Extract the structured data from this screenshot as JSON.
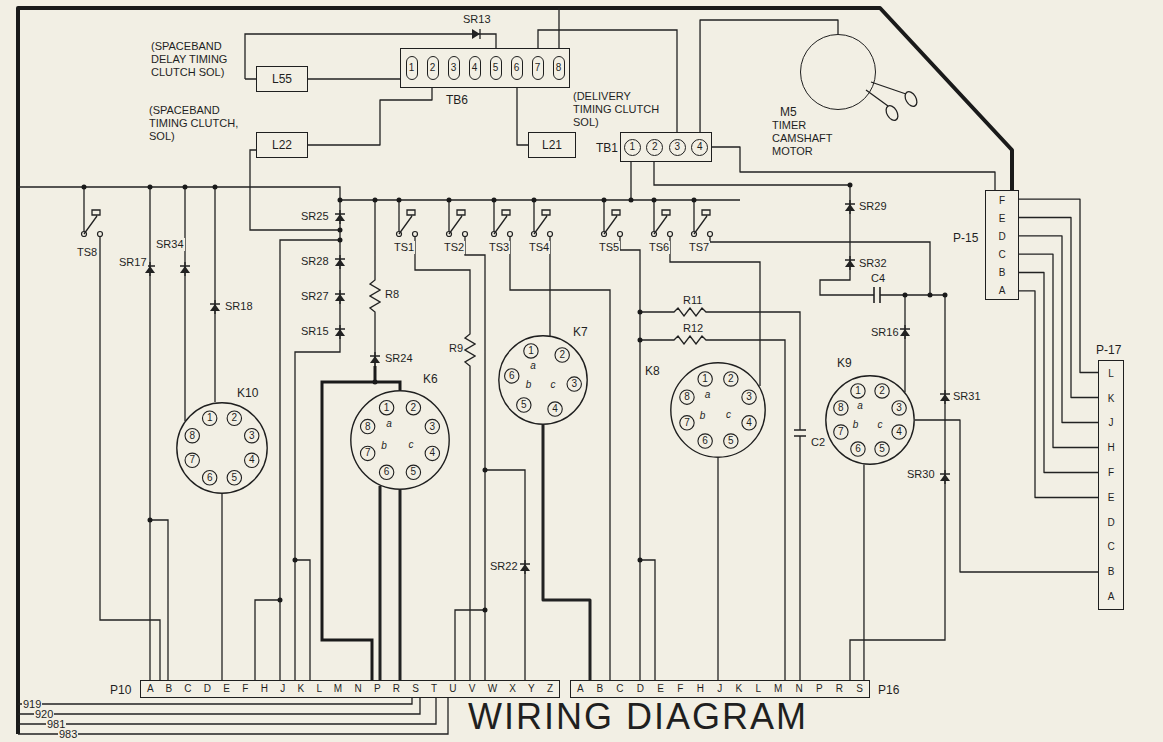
{
  "diagram": {
    "title": "WIRING DIAGRAM",
    "nodes": [
      {
        "text": [
          "L55"
        ]
      },
      {
        "text": [
          "L22"
        ]
      },
      {
        "text": [
          "TB6",
          "1",
          "2",
          "3",
          "4",
          "5",
          "6",
          "7",
          "8"
        ]
      },
      {
        "text": [
          "L21"
        ]
      },
      {
        "text": [
          "TB1",
          "1",
          "2",
          "3",
          "4"
        ]
      },
      {
        "text": [
          "M5",
          "TIMER CAMSHAFT MOTOR"
        ]
      },
      {
        "text": [
          "K10",
          "1",
          "2",
          "3",
          "4",
          "5",
          "6",
          "7",
          "8"
        ]
      },
      {
        "text": [
          "K6",
          "1",
          "2",
          "3",
          "4",
          "5",
          "6",
          "7",
          "8",
          "a",
          "b",
          "c"
        ]
      },
      {
        "text": [
          "K7",
          "1",
          "2",
          "3",
          "4",
          "5",
          "6",
          "a",
          "b",
          "c"
        ]
      },
      {
        "text": [
          "K8",
          "1",
          "2",
          "3",
          "4",
          "5",
          "6",
          "7",
          "8",
          "a",
          "b",
          "c"
        ]
      },
      {
        "text": [
          "K9",
          "1",
          "2",
          "3",
          "4",
          "5",
          "6",
          "7",
          "8",
          "a",
          "b",
          "c"
        ]
      },
      {
        "text": [
          "P10",
          "A B C D E F H J K L M N P R S T U V W X Y Z"
        ]
      },
      {
        "text": [
          "P16",
          "A B C D E F H J K L M N P R S"
        ]
      },
      {
        "text": [
          "P-15",
          "F",
          "E",
          "D",
          "C",
          "B",
          "A"
        ]
      },
      {
        "text": [
          "P-17",
          "L",
          "K",
          "J",
          "H",
          "F",
          "E",
          "D",
          "C",
          "B",
          "A"
        ]
      }
    ],
    "edges": [
      {
        "from": 0,
        "to": 2,
        "arrow": "none"
      },
      {
        "from": 1,
        "to": 2,
        "arrow": "none"
      },
      {
        "from": 3,
        "to": 2,
        "arrow": "none"
      },
      {
        "from": 4,
        "to": 13,
        "arrow": "none"
      },
      {
        "from": 4,
        "to": 5,
        "arrow": "none"
      },
      {
        "from": 6,
        "to": 11,
        "arrow": "none"
      },
      {
        "from": 7,
        "to": 11,
        "arrow": "none"
      },
      {
        "from": 7,
        "to": 11,
        "arrow": "none"
      },
      {
        "from": 8,
        "to": 12,
        "arrow": "none"
      },
      {
        "from": 9,
        "to": 12,
        "arrow": "none"
      },
      {
        "from": 10,
        "to": 12,
        "arrow": "none"
      },
      {
        "from": 10,
        "to": 14,
        "arrow": "none"
      },
      {
        "from": 13,
        "to": 14,
        "arrow": "none"
      },
      {
        "from": 13,
        "to": 14,
        "arrow": "none"
      },
      {
        "from": 13,
        "to": 14,
        "arrow": "none"
      },
      {
        "from": 13,
        "to": 14,
        "arrow": "none"
      },
      {
        "from": 13,
        "to": 14,
        "arrow": "none"
      },
      {
        "from": 13,
        "to": 14,
        "arrow": "none"
      }
    ],
    "labels": [
      "(SPACEBAND DELAY TIMING CLUTCH SOL)",
      "(SPACEBAND TIMING CLUTCH, SOL)",
      "(DELIVERY TIMING CLUTCH SOL)",
      "SR13",
      "TS8",
      "SR17",
      "SR34",
      "SR18",
      "SR25",
      "SR28",
      "SR27",
      "SR15",
      "R8",
      "SR24",
      "R9",
      "TS1",
      "TS2",
      "TS3",
      "TS4",
      "TS5",
      "TS6",
      "TS7",
      "SR29",
      "SR32",
      "C4",
      "SR16",
      "R11",
      "R12",
      "C2",
      "SR31",
      "SR30",
      "SR22",
      "919",
      "920",
      "981",
      "983"
    ]
  }
}
